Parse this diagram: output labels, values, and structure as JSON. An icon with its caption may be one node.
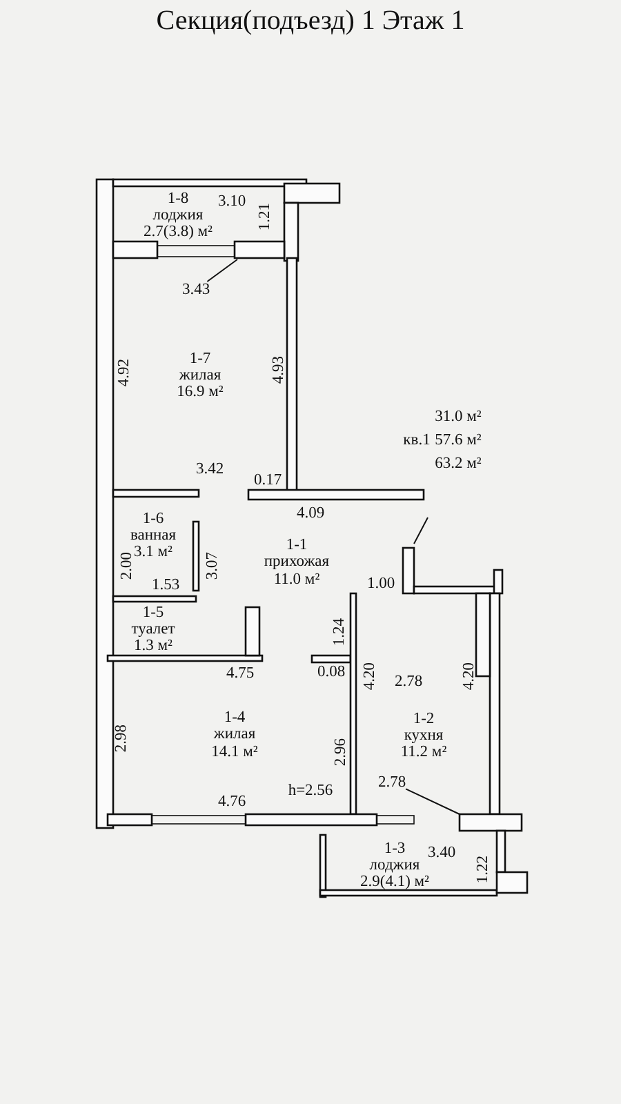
{
  "diagram": {
    "title": "Секция(подъезд) 1 Этаж 1",
    "nodes": [
      {
        "text": [
          "1-8",
          "лоджия",
          "2.7(3.8) м²"
        ]
      },
      {
        "text": [
          "1-7",
          "жилая",
          "16.9 м²"
        ]
      },
      {
        "text": [
          "1-6",
          "ванная",
          "3.1 м²"
        ]
      },
      {
        "text": [
          "1-1",
          "прихожая",
          "11.0 м²"
        ]
      },
      {
        "text": [
          "1-5",
          "туалет",
          "1.3 м²"
        ]
      },
      {
        "text": [
          "1-4",
          "жилая",
          "14.1 м²"
        ]
      },
      {
        "text": [
          "1-2",
          "кухня",
          "11.2 м²"
        ]
      },
      {
        "text": [
          "1-3",
          "лоджия",
          "2.9(4.1) м²"
        ]
      },
      {
        "text": [
          "3.43"
        ]
      },
      {
        "text": [
          "2.78"
        ]
      }
    ],
    "edges": [
      {
        "from": 8,
        "to": null,
        "arrow": "none"
      },
      {
        "from": 9,
        "to": null,
        "arrow": "none"
      }
    ],
    "labels": [
      "3.10",
      "1.21",
      "4.92",
      "4.93",
      "31.0 м²",
      "кв.1",
      "57.6 м²",
      "63.2 м²",
      "3.42",
      "0.17",
      "4.09",
      "2.00",
      "3.07",
      "1.53",
      "1.00",
      "1.24",
      "4.75",
      "0.08",
      "4.20",
      "2.78",
      "4.20",
      "2.98",
      "2.96",
      "h=2.56",
      "4.76",
      "3.40",
      "1.22"
    ]
  }
}
